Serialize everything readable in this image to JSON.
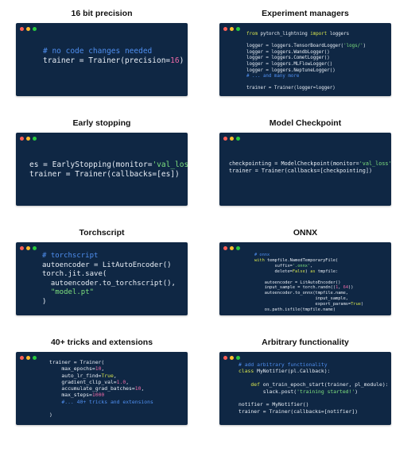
{
  "colors": {
    "panel_bg": "#0f2744",
    "dot_red": "#ff5f56",
    "dot_yellow": "#ffbd2e",
    "dot_green": "#27c93f"
  },
  "panels": [
    {
      "title": "16 bit precision",
      "lines": [
        [
          [
            "com",
            "# no code changes needed"
          ]
        ],
        [
          [
            "plain",
            "trainer = Trainer(precision="
          ],
          [
            "num",
            "16"
          ],
          [
            "plain",
            ")"
          ]
        ]
      ]
    },
    {
      "title": "Experiment managers",
      "lines": [
        [
          [
            "kw",
            "from"
          ],
          [
            "plain",
            " pytorch_lightning "
          ],
          [
            "kw",
            "import"
          ],
          [
            "plain",
            " loggers"
          ]
        ],
        [
          [
            "plain",
            ""
          ]
        ],
        [
          [
            "plain",
            "logger = loggers.TensorBoardLogger("
          ],
          [
            "str",
            "'logs/'"
          ],
          [
            "plain",
            ")"
          ]
        ],
        [
          [
            "plain",
            "logger = loggers.WandbLogger()"
          ]
        ],
        [
          [
            "plain",
            "logger = loggers.CometLogger()"
          ]
        ],
        [
          [
            "plain",
            "logger = loggers.MLFlowLogger()"
          ]
        ],
        [
          [
            "plain",
            "logger = loggers.NeptuneLogger()"
          ]
        ],
        [
          [
            "com",
            "# ... and many more"
          ]
        ],
        [
          [
            "plain",
            ""
          ]
        ],
        [
          [
            "plain",
            "trainer = Trainer(logger=logger)"
          ]
        ]
      ]
    },
    {
      "title": "Early stopping",
      "lines": [
        [
          [
            "plain",
            "es = EarlyStopping(monitor="
          ],
          [
            "str",
            "'val_loss'"
          ],
          [
            "plain",
            ")"
          ]
        ],
        [
          [
            "plain",
            "trainer = Trainer(callbacks=[es])"
          ]
        ]
      ]
    },
    {
      "title": "Model Checkpoint",
      "lines": [
        [
          [
            "plain",
            "checkpointing = ModelCheckpoint(monitor="
          ],
          [
            "str",
            "'val_loss'"
          ],
          [
            "plain",
            ")"
          ]
        ],
        [
          [
            "plain",
            "trainer = Trainer(callbacks=[checkpointing])"
          ]
        ]
      ]
    },
    {
      "title": "Torchscript",
      "lines": [
        [
          [
            "com",
            "# torchscript"
          ]
        ],
        [
          [
            "plain",
            "autoencoder = LitAutoEncoder()"
          ]
        ],
        [
          [
            "plain",
            "torch.jit.save("
          ]
        ],
        [
          [
            "plain",
            "  autoencoder.to_torchscript(),"
          ]
        ],
        [
          [
            "plain",
            "  "
          ],
          [
            "str",
            "\"model.pt\""
          ]
        ],
        [
          [
            "plain",
            ")"
          ]
        ]
      ]
    },
    {
      "title": "ONNX",
      "lines": [
        [
          [
            "com",
            "# onnx"
          ]
        ],
        [
          [
            "kw",
            "with"
          ],
          [
            "plain",
            " tempfile.NamedTemporaryFile("
          ]
        ],
        [
          [
            "plain",
            "        suffix="
          ],
          [
            "str",
            "'.onnx'"
          ],
          [
            "plain",
            ","
          ]
        ],
        [
          [
            "plain",
            "        delete="
          ],
          [
            "kw",
            "False"
          ],
          [
            "plain",
            ") "
          ],
          [
            "kw",
            "as"
          ],
          [
            "plain",
            " tmpfile:"
          ]
        ],
        [
          [
            "plain",
            ""
          ]
        ],
        [
          [
            "plain",
            "    autoencoder = LitAutoEncoder()"
          ]
        ],
        [
          [
            "plain",
            "    input_sample = torch.randn(("
          ],
          [
            "num",
            "1"
          ],
          [
            "plain",
            ", "
          ],
          [
            "num",
            "64"
          ],
          [
            "plain",
            "))"
          ]
        ],
        [
          [
            "plain",
            "    autoencoder.to_onnx(tmpfile.name,"
          ]
        ],
        [
          [
            "plain",
            "                        input_sample,"
          ]
        ],
        [
          [
            "plain",
            "                        export_params="
          ],
          [
            "kw",
            "True"
          ],
          [
            "plain",
            ")"
          ]
        ],
        [
          [
            "plain",
            "    os.path.isfile(tmpfile.name)"
          ]
        ]
      ]
    },
    {
      "title": "40+ tricks and extensions",
      "lines": [
        [
          [
            "plain",
            "trainer = Trainer("
          ]
        ],
        [
          [
            "plain",
            "    max_epochs="
          ],
          [
            "num",
            "10"
          ],
          [
            "plain",
            ","
          ]
        ],
        [
          [
            "plain",
            "    auto_lr_find="
          ],
          [
            "kw",
            "True"
          ],
          [
            "plain",
            ","
          ]
        ],
        [
          [
            "plain",
            "    gradient_clip_val="
          ],
          [
            "num",
            "1.0"
          ],
          [
            "plain",
            ","
          ]
        ],
        [
          [
            "plain",
            "    accumulate_grad_batches="
          ],
          [
            "num",
            "10"
          ],
          [
            "plain",
            ","
          ]
        ],
        [
          [
            "plain",
            "    max_steps="
          ],
          [
            "num",
            "1000"
          ]
        ],
        [
          [
            "plain",
            "    "
          ],
          [
            "com",
            "#... 40+ tricks and extensions"
          ]
        ],
        [
          [
            "plain",
            ""
          ]
        ],
        [
          [
            "plain",
            ")"
          ]
        ]
      ]
    },
    {
      "title": "Arbitrary functionality",
      "lines": [
        [
          [
            "com",
            "# add arbitrary functionality"
          ]
        ],
        [
          [
            "kw",
            "class"
          ],
          [
            "plain",
            " MyNotifier(pl.Callback):"
          ]
        ],
        [
          [
            "plain",
            ""
          ]
        ],
        [
          [
            "plain",
            "    "
          ],
          [
            "kw",
            "def"
          ],
          [
            "plain",
            " on_train_epoch_start(trainer, pl_module):"
          ]
        ],
        [
          [
            "plain",
            "        slack.post("
          ],
          [
            "str",
            "'training started!'"
          ],
          [
            "plain",
            ")"
          ]
        ],
        [
          [
            "plain",
            ""
          ]
        ],
        [
          [
            "plain",
            "notifier = MyNotifier()"
          ]
        ],
        [
          [
            "plain",
            "trainer = Trainer(callbacks=[notifier])"
          ]
        ]
      ]
    }
  ]
}
